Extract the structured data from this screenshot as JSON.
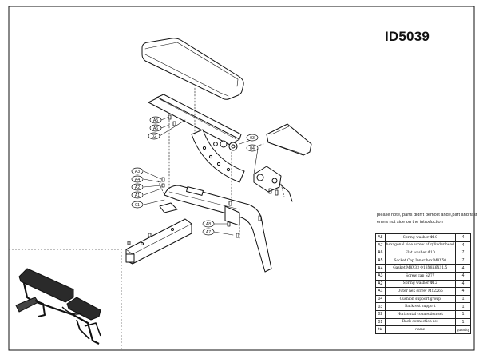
{
  "model_number": "ID5039",
  "note": "please note, parts didn't demolit ande,part and fast eners not side on the introduction",
  "parts_table": {
    "rows": [
      {
        "code": "A8",
        "name": "Spring washer Φ10",
        "qty": "4"
      },
      {
        "code": "A7",
        "name": "hexagonal side screw of cylinder head",
        "qty": "4"
      },
      {
        "code": "A6",
        "name": "Flat washer Φ10",
        "qty": "7"
      },
      {
        "code": "A5",
        "name": "Socket Cap Inner hex M8X50",
        "qty": "7"
      },
      {
        "code": "A4",
        "name": "Gasket M8X33  Φ18X8X6X11.5",
        "qty": "4"
      },
      {
        "code": "A3",
        "name": "Screw cap SZ77",
        "qty": "4"
      },
      {
        "code": "A2",
        "name": "Spring washer Φ12",
        "qty": "4"
      },
      {
        "code": "A1",
        "name": "Outer hex screw M12X65",
        "qty": "4"
      },
      {
        "code": "04",
        "name": "Cushion support group",
        "qty": "1"
      },
      {
        "code": "03",
        "name": "Backrest support",
        "qty": "1"
      },
      {
        "code": "02",
        "name": "Horizontal connection set",
        "qty": "1"
      },
      {
        "code": "01",
        "name": "Back connection set",
        "qty": "1"
      }
    ],
    "header": {
      "code": "№",
      "name": "name",
      "qty": "quantity"
    }
  },
  "callouts": [
    {
      "id": "A5"
    },
    {
      "id": "A6"
    },
    {
      "id": "02"
    },
    {
      "id": "03"
    },
    {
      "id": "04"
    },
    {
      "id": "A3"
    },
    {
      "id": "A4"
    },
    {
      "id": "A2"
    },
    {
      "id": "A1"
    },
    {
      "id": "01"
    },
    {
      "id": "A8"
    },
    {
      "id": "A7"
    }
  ]
}
